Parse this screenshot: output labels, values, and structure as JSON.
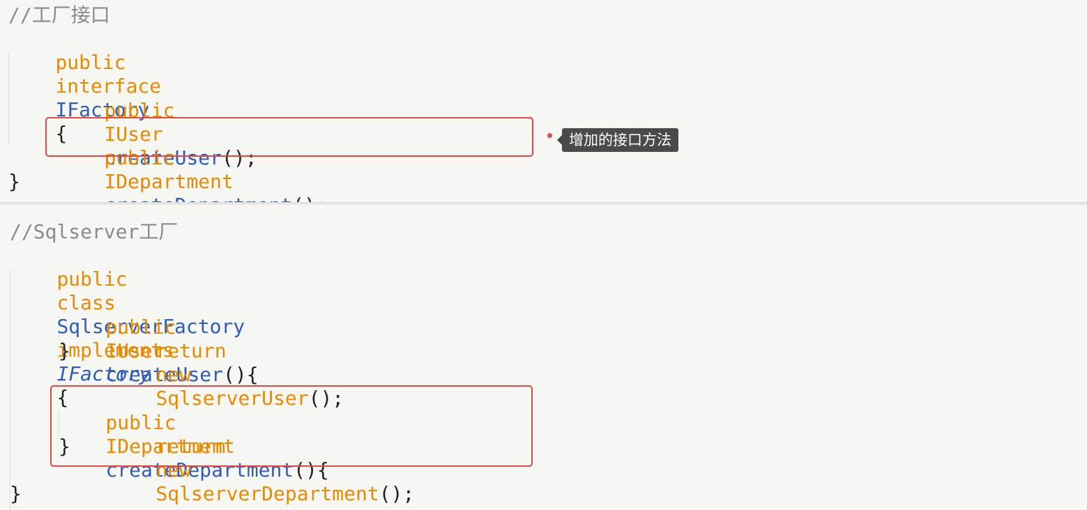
{
  "panel1": {
    "comment": "//工厂接口",
    "decl": {
      "kw1": "public",
      "kw2": "interface",
      "name": "IFactory",
      "brace": "{"
    },
    "method1": {
      "kw": "public",
      "type": "IUser",
      "name": "createUser",
      "tail": "();"
    },
    "method2": {
      "kw": "public",
      "type": "IDepartment",
      "name": "createDepartment",
      "tail": "();"
    },
    "closing": "}",
    "tooltip": "增加的接口方法"
  },
  "panel2": {
    "comment": "//Sqlserver工厂",
    "decl": {
      "kw1": "public",
      "kw2": "class",
      "name": "SqlserverFactory",
      "kw3": "implements",
      "iface": "IFactory",
      "brace": "{"
    },
    "method1": {
      "kw": "public",
      "type": "IUser",
      "name": "createUser",
      "tail": "(){",
      "return_kw": "return",
      "new_kw": "new",
      "return_type": "SqlserverUser",
      "return_tail": "();",
      "close": "}"
    },
    "method2": {
      "kw": "public",
      "type": "IDepartment",
      "name": "createDepartment",
      "tail": "(){",
      "return_kw": "return",
      "new_kw": "new",
      "return_type": "SqlserverDepartment",
      "return_tail": "();",
      "close": "}"
    },
    "closing": "}"
  },
  "colors": {
    "keyword": "#e68a00",
    "identifier": "#2f5db5",
    "comment": "#8a8a8a",
    "highlight": "#e64545",
    "tooltip_bg": "#4a4a4a",
    "background": "#f6f6f3"
  }
}
